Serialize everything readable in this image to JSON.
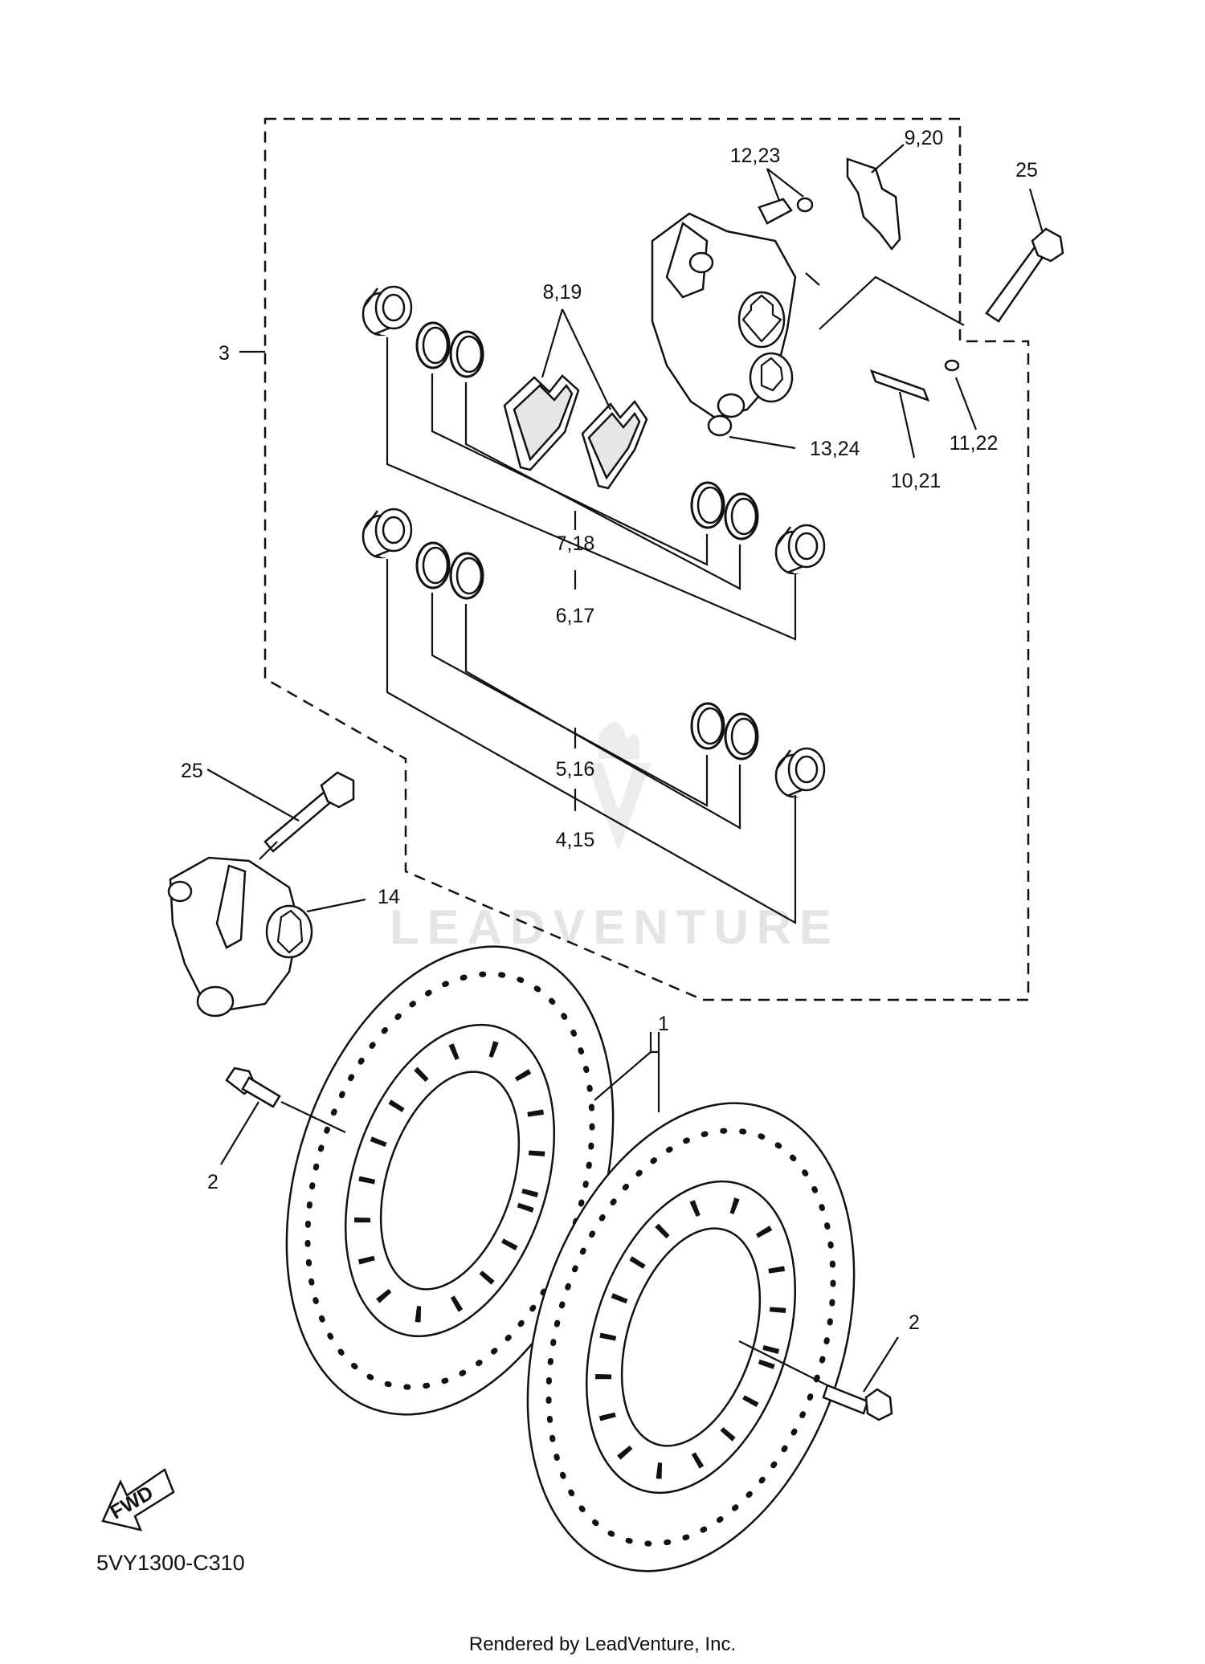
{
  "diagram": {
    "callouts": {
      "c1": "1",
      "c2a": "2",
      "c2b": "2",
      "c3": "3",
      "c4": "4,15",
      "c5": "5,16",
      "c6": "6,17",
      "c7": "7,18",
      "c8": "8,19",
      "c9": "9,20",
      "c10": "10,21",
      "c11": "11,22",
      "c12": "12,23",
      "c13": "13,24",
      "c14": "14",
      "c25a": "25",
      "c25b": "25"
    },
    "fwd_label": "FWD",
    "diagram_code": "5VY1300-C310",
    "footer": "Rendered by LeadVenture, Inc.",
    "watermark": "LEADVENTURE"
  }
}
